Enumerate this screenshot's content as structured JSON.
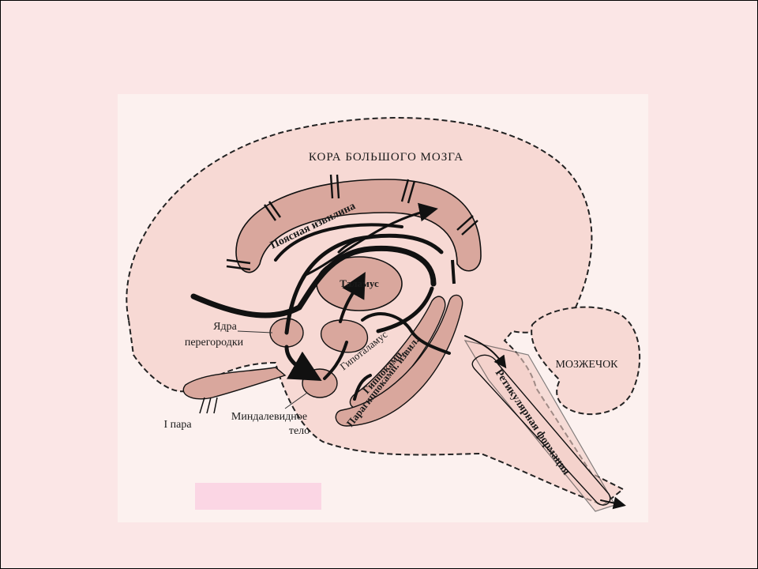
{
  "diagram": {
    "labels": {
      "cortex": "КОРА БОЛЬШОГО МОЗГА",
      "cingulate": "Поясная извилина",
      "thalamus": "Таламус",
      "septal_1": "Ядра",
      "septal_2": "перегородки",
      "hypothalamus": "Гипоталамус",
      "hippocampus": "Гиппокамп.",
      "parahippocampal": "Парагиппокамп. извил.",
      "cerebellum": "МОЗЖЕЧОК",
      "reticular": "Ретикулярная формация",
      "amygdala_1": "Миндалевидное",
      "amygdala_2": "тело",
      "nerve": "I пара"
    },
    "colors": {
      "structure_fill": "#d9a79d",
      "brain_fill": "#f7d9d4",
      "ink": "#111111"
    }
  }
}
